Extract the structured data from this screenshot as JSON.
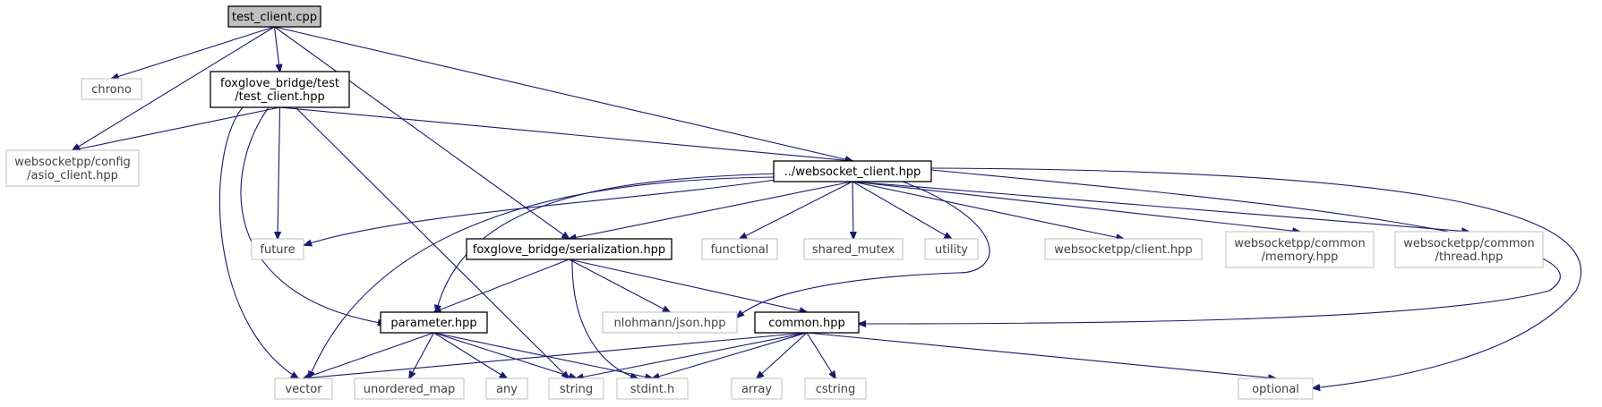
{
  "graph": {
    "nodes": [
      {
        "id": "test_client_cpp",
        "lines": [
          "test_client.cpp"
        ],
        "kind": "root"
      },
      {
        "id": "chrono",
        "lines": [
          "chrono"
        ],
        "kind": "external"
      },
      {
        "id": "fg_test_client_hpp",
        "lines": [
          "foxglove_bridge/test",
          "/test_client.hpp"
        ],
        "kind": "project"
      },
      {
        "id": "wspp_asio_client",
        "lines": [
          "websocketpp/config",
          "/asio_client.hpp"
        ],
        "kind": "external"
      },
      {
        "id": "websocket_client_hpp",
        "lines": [
          "../websocket_client.hpp"
        ],
        "kind": "project"
      },
      {
        "id": "future",
        "lines": [
          "future"
        ],
        "kind": "external"
      },
      {
        "id": "serialization_hpp",
        "lines": [
          "foxglove_bridge/serialization.hpp"
        ],
        "kind": "project"
      },
      {
        "id": "functional",
        "lines": [
          "functional"
        ],
        "kind": "external"
      },
      {
        "id": "shared_mutex",
        "lines": [
          "shared_mutex"
        ],
        "kind": "external"
      },
      {
        "id": "utility",
        "lines": [
          "utility"
        ],
        "kind": "external"
      },
      {
        "id": "wspp_client",
        "lines": [
          "websocketpp/client.hpp"
        ],
        "kind": "external"
      },
      {
        "id": "wspp_memory",
        "lines": [
          "websocketpp/common",
          "/memory.hpp"
        ],
        "kind": "external"
      },
      {
        "id": "wspp_thread",
        "lines": [
          "websocketpp/common",
          "/thread.hpp"
        ],
        "kind": "external"
      },
      {
        "id": "nlohmann_json",
        "lines": [
          "nlohmann/json.hpp"
        ],
        "kind": "external"
      },
      {
        "id": "parameter_hpp",
        "lines": [
          "parameter.hpp"
        ],
        "kind": "project"
      },
      {
        "id": "common_hpp",
        "lines": [
          "common.hpp"
        ],
        "kind": "project"
      },
      {
        "id": "vector",
        "lines": [
          "vector"
        ],
        "kind": "external"
      },
      {
        "id": "unordered_map",
        "lines": [
          "unordered_map"
        ],
        "kind": "external"
      },
      {
        "id": "any",
        "lines": [
          "any"
        ],
        "kind": "external"
      },
      {
        "id": "string",
        "lines": [
          "string"
        ],
        "kind": "external"
      },
      {
        "id": "stdint_h",
        "lines": [
          "stdint.h"
        ],
        "kind": "external"
      },
      {
        "id": "array",
        "lines": [
          "array"
        ],
        "kind": "external"
      },
      {
        "id": "cstring",
        "lines": [
          "cstring"
        ],
        "kind": "external"
      },
      {
        "id": "optional",
        "lines": [
          "optional"
        ],
        "kind": "external"
      }
    ],
    "edges": [
      [
        "test_client_cpp",
        "chrono"
      ],
      [
        "test_client_cpp",
        "fg_test_client_hpp"
      ],
      [
        "test_client_cpp",
        "wspp_asio_client"
      ],
      [
        "test_client_cpp",
        "websocket_client_hpp"
      ],
      [
        "test_client_cpp",
        "serialization_hpp"
      ],
      [
        "fg_test_client_hpp",
        "wspp_asio_client"
      ],
      [
        "fg_test_client_hpp",
        "websocket_client_hpp"
      ],
      [
        "fg_test_client_hpp",
        "future"
      ],
      [
        "fg_test_client_hpp",
        "parameter_hpp"
      ],
      [
        "fg_test_client_hpp",
        "vector"
      ],
      [
        "fg_test_client_hpp",
        "string"
      ],
      [
        "websocket_client_hpp",
        "future"
      ],
      [
        "websocket_client_hpp",
        "serialization_hpp"
      ],
      [
        "websocket_client_hpp",
        "functional"
      ],
      [
        "websocket_client_hpp",
        "shared_mutex"
      ],
      [
        "websocket_client_hpp",
        "utility"
      ],
      [
        "websocket_client_hpp",
        "wspp_client"
      ],
      [
        "websocket_client_hpp",
        "wspp_memory"
      ],
      [
        "websocket_client_hpp",
        "wspp_thread"
      ],
      [
        "websocket_client_hpp",
        "nlohmann_json"
      ],
      [
        "websocket_client_hpp",
        "parameter_hpp"
      ],
      [
        "websocket_client_hpp",
        "common_hpp"
      ],
      [
        "websocket_client_hpp",
        "vector"
      ],
      [
        "websocket_client_hpp",
        "optional"
      ],
      [
        "serialization_hpp",
        "parameter_hpp"
      ],
      [
        "serialization_hpp",
        "nlohmann_json"
      ],
      [
        "serialization_hpp",
        "common_hpp"
      ],
      [
        "serialization_hpp",
        "stdint_h"
      ],
      [
        "parameter_hpp",
        "vector"
      ],
      [
        "parameter_hpp",
        "unordered_map"
      ],
      [
        "parameter_hpp",
        "any"
      ],
      [
        "parameter_hpp",
        "string"
      ],
      [
        "parameter_hpp",
        "stdint_h"
      ],
      [
        "common_hpp",
        "vector"
      ],
      [
        "common_hpp",
        "string"
      ],
      [
        "common_hpp",
        "stdint_h"
      ],
      [
        "common_hpp",
        "array"
      ],
      [
        "common_hpp",
        "cstring"
      ],
      [
        "common_hpp",
        "optional"
      ]
    ]
  },
  "colors": {
    "edge": "#191970",
    "project_border": "#000000",
    "external_border": "#bfbfbf",
    "root_fill": "#bfbfbf",
    "external_text": "#404040",
    "project_text": "#000000"
  }
}
